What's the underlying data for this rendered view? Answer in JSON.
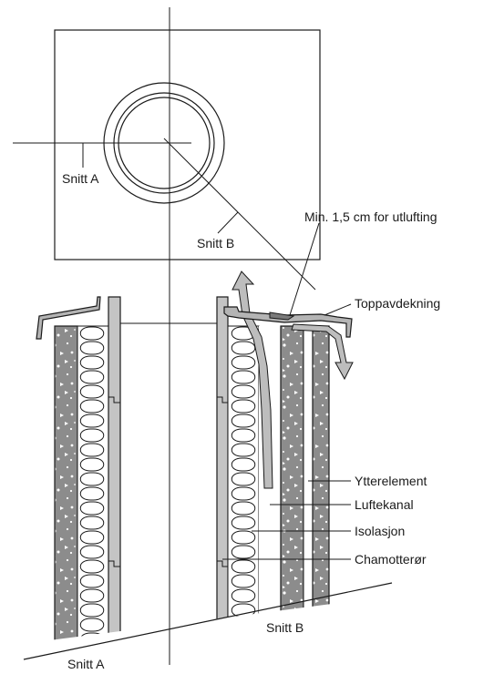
{
  "labels": {
    "snitt_a_plan": "Snitt A",
    "snitt_b_plan": "Snitt B",
    "ventilation_gap": "Min. 1,5 cm for utlufting",
    "top_cover": "Toppavdekning",
    "outer_element": "Ytterelement",
    "air_channel": "Luftekanal",
    "insulation": "Isolasjon",
    "chamotte_pipe": "Chamotterør",
    "snitt_b_section": "Snitt B",
    "snitt_a_section": "Snitt A"
  },
  "colors": {
    "outer_element_fill": "#8c8c8c",
    "pipe_fill": "#c4c4c4",
    "cover_fill": "#b4b4b4",
    "air_arrow_fill": "#bdbdbd",
    "line": "#1a1a1a"
  }
}
